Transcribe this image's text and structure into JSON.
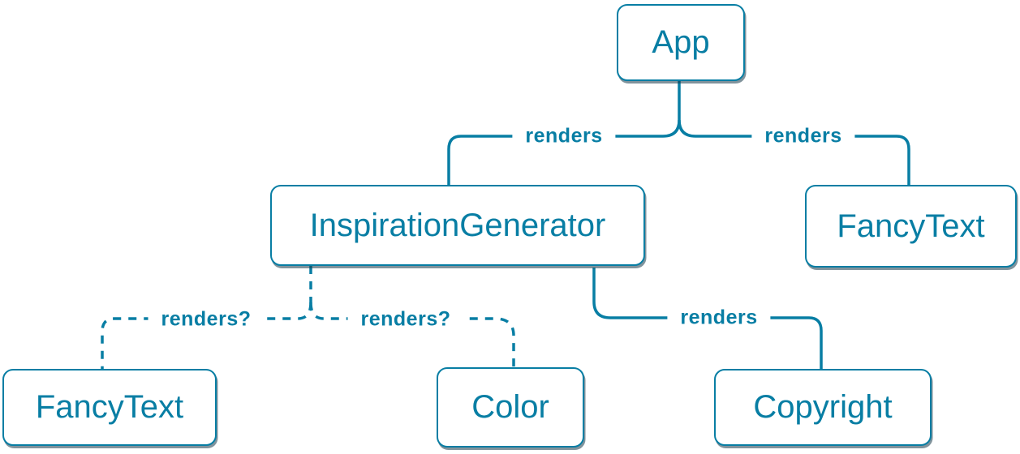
{
  "diagram": {
    "type": "component-render-tree",
    "colors": {
      "accent": "#087ea4",
      "node_background": "#ffffff",
      "node_shadow": "rgba(26,58,74,0.55)"
    },
    "nodes": [
      {
        "id": "app",
        "label": "App"
      },
      {
        "id": "inspiration-generator",
        "label": "InspirationGenerator"
      },
      {
        "id": "fancy-text-top",
        "label": "FancyText"
      },
      {
        "id": "fancy-text-bottom",
        "label": "FancyText"
      },
      {
        "id": "color",
        "label": "Color"
      },
      {
        "id": "copyright",
        "label": "Copyright"
      }
    ],
    "edges": [
      {
        "from": "App",
        "to": "InspirationGenerator",
        "label": "renders",
        "style": "solid"
      },
      {
        "from": "App",
        "to": "FancyText",
        "label": "renders",
        "style": "solid"
      },
      {
        "from": "InspirationGenerator",
        "to": "FancyText",
        "label": "renders?",
        "style": "dashed"
      },
      {
        "from": "InspirationGenerator",
        "to": "Color",
        "label": "renders?",
        "style": "dashed"
      },
      {
        "from": "InspirationGenerator",
        "to": "Copyright",
        "label": "renders",
        "style": "solid"
      }
    ]
  }
}
